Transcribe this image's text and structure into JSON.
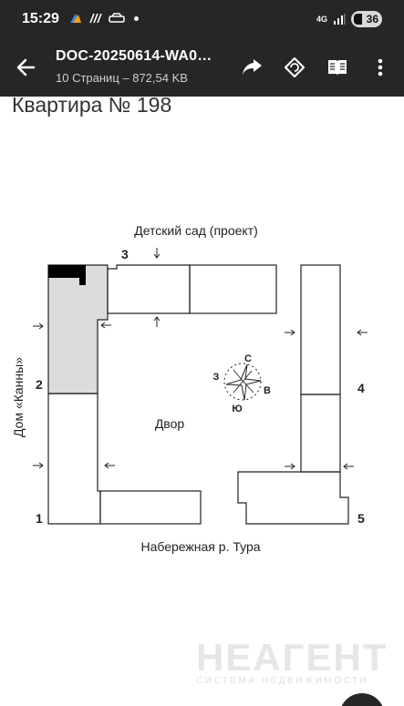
{
  "status_bar": {
    "time": "15:29",
    "network": "4G",
    "battery": "36"
  },
  "app_bar": {
    "title": "DOC-20250614-WA0…",
    "subtitle": "10 Страниц – 872,54 KB",
    "icons": [
      "back-arrow-icon",
      "share-icon",
      "rotate-icon",
      "reader-mode-icon",
      "more-vert-icon"
    ]
  },
  "document": {
    "heading": "Квартира № 198",
    "labels": {
      "kindergarten": "Детский сад (проект)",
      "yard": "Двор",
      "house": "Дом «Канны»",
      "embankment": "Набережная р. Тура"
    },
    "section_numbers": [
      "1",
      "2",
      "3",
      "4",
      "5"
    ],
    "compass": {
      "n": "С",
      "s": "Ю",
      "w": "З",
      "e": "В"
    }
  },
  "watermark": {
    "brand": "НЕАГЕНТ",
    "tagline": "СИСТЕМА НЕДВИЖИМОСТИ"
  },
  "colors": {
    "bars": "#262626",
    "highlight_section": "#dcdcdc",
    "apartment_marker": "#000000"
  }
}
